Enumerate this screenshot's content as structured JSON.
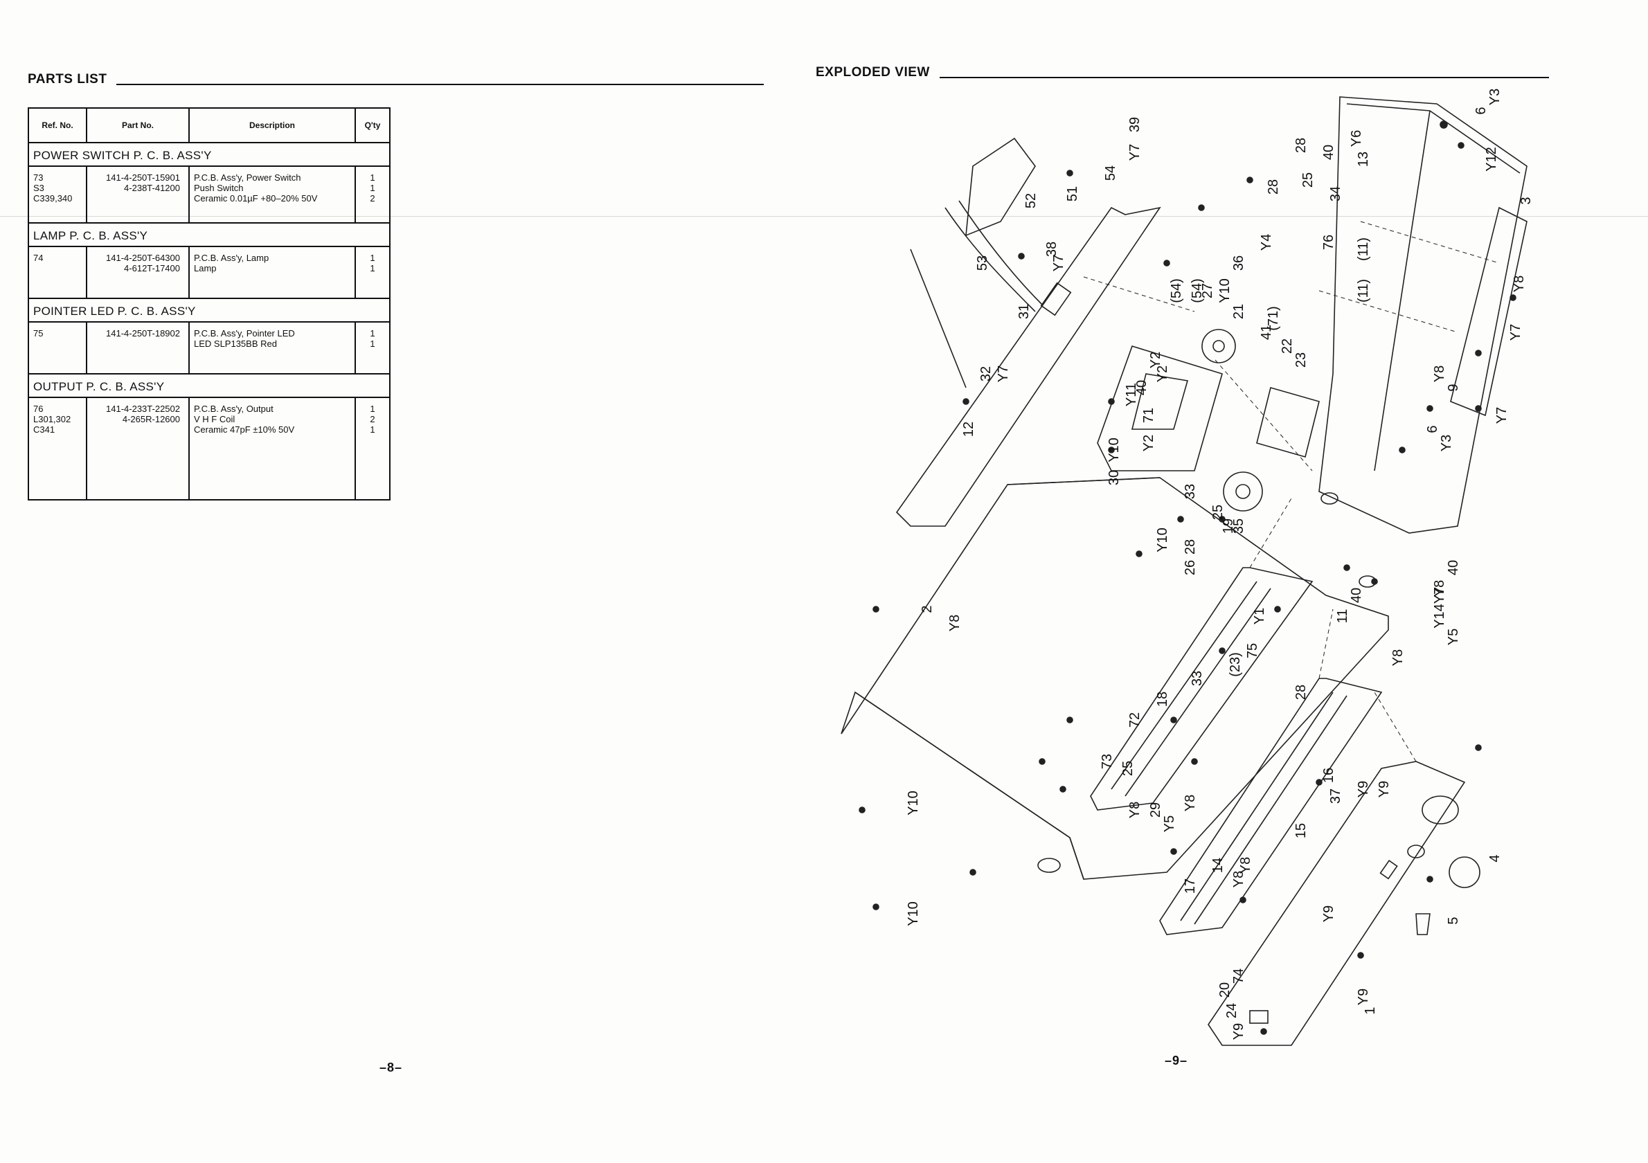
{
  "left_page": {
    "title": "PARTS LIST",
    "page_number": "–8–",
    "table": {
      "headers": [
        "Ref. No.",
        "Part No.",
        "Description",
        "Q'ty"
      ],
      "groups": [
        {
          "name": "POWER SWITCH  P. C. B. ASS'Y",
          "ref": [
            "73",
            "S3",
            "C339,340"
          ],
          "part": [
            "141-4-250T-15901",
            "4-238T-41200",
            ""
          ],
          "desc": [
            "P.C.B. Ass'y, Power Switch",
            "Push Switch",
            "Ceramic 0.01µF +80–20% 50V"
          ],
          "qty": [
            "1",
            "1",
            "2"
          ]
        },
        {
          "name": "LAMP P. C. B. ASS'Y",
          "ref": [
            "74",
            ""
          ],
          "part": [
            "141-4-250T-64300",
            "4-612T-17400"
          ],
          "desc": [
            "P.C.B. Ass'y, Lamp",
            "Lamp"
          ],
          "qty": [
            "1",
            "1"
          ]
        },
        {
          "name": "POINTER LED P. C. B. ASS'Y",
          "ref": [
            "75",
            ""
          ],
          "part": [
            "141-4-250T-18902",
            ""
          ],
          "desc": [
            "P.C.B. Ass'y, Pointer LED",
            "LED  SLP135BB Red"
          ],
          "qty": [
            "1",
            "1"
          ]
        },
        {
          "name": "OUTPUT P. C. B. ASS'Y",
          "ref": [
            "76",
            "L301,302",
            "C341"
          ],
          "part": [
            "141-4-233T-22502",
            "4-265R-12600",
            ""
          ],
          "desc": [
            "P.C.B. Ass'y, Output",
            "V H F Coil",
            "Ceramic 47pF        ±10%  50V"
          ],
          "qty": [
            "1",
            "2",
            "1"
          ]
        }
      ]
    }
  },
  "right_page": {
    "title": "EXPLODED VIEW",
    "page_number": "–9–",
    "callouts": [
      "6",
      "Y3",
      "Y12",
      "3",
      "Y8",
      "Y7",
      "Y7",
      "9",
      "Y8",
      "Y3",
      "6",
      "13",
      "40",
      "Y6",
      "28",
      "34",
      "25",
      "28",
      "Y4",
      "76",
      "(11)",
      "(11)",
      "36",
      "Y10",
      "21",
      "23",
      "22",
      "41",
      "(71)",
      "27",
      "(54)",
      "(54)",
      "39",
      "Y7",
      "54",
      "51",
      "52",
      "53",
      "38",
      "Y7",
      "31",
      "32",
      "Y7",
      "12",
      "Y2",
      "Y11",
      "40",
      "Y2",
      "71",
      "Y2",
      "30",
      "Y10",
      "Y10",
      "19",
      "33",
      "25",
      "35",
      "28",
      "26",
      "Y8",
      "Y14",
      "40",
      "Y7",
      "Y5",
      "Y8",
      "40",
      "11",
      "Y1",
      "75",
      "(23)",
      "33",
      "18",
      "72",
      "28",
      "73",
      "25",
      "Y8",
      "29",
      "Y5",
      "Y8",
      "Y8",
      "16",
      "37",
      "15",
      "14",
      "Y9",
      "Y9",
      "4",
      "Y8",
      "17",
      "74",
      "20",
      "24",
      "Y9",
      "Y9",
      "1",
      "5",
      "Y9",
      "2",
      "Y8",
      "Y10",
      "Y10"
    ]
  }
}
